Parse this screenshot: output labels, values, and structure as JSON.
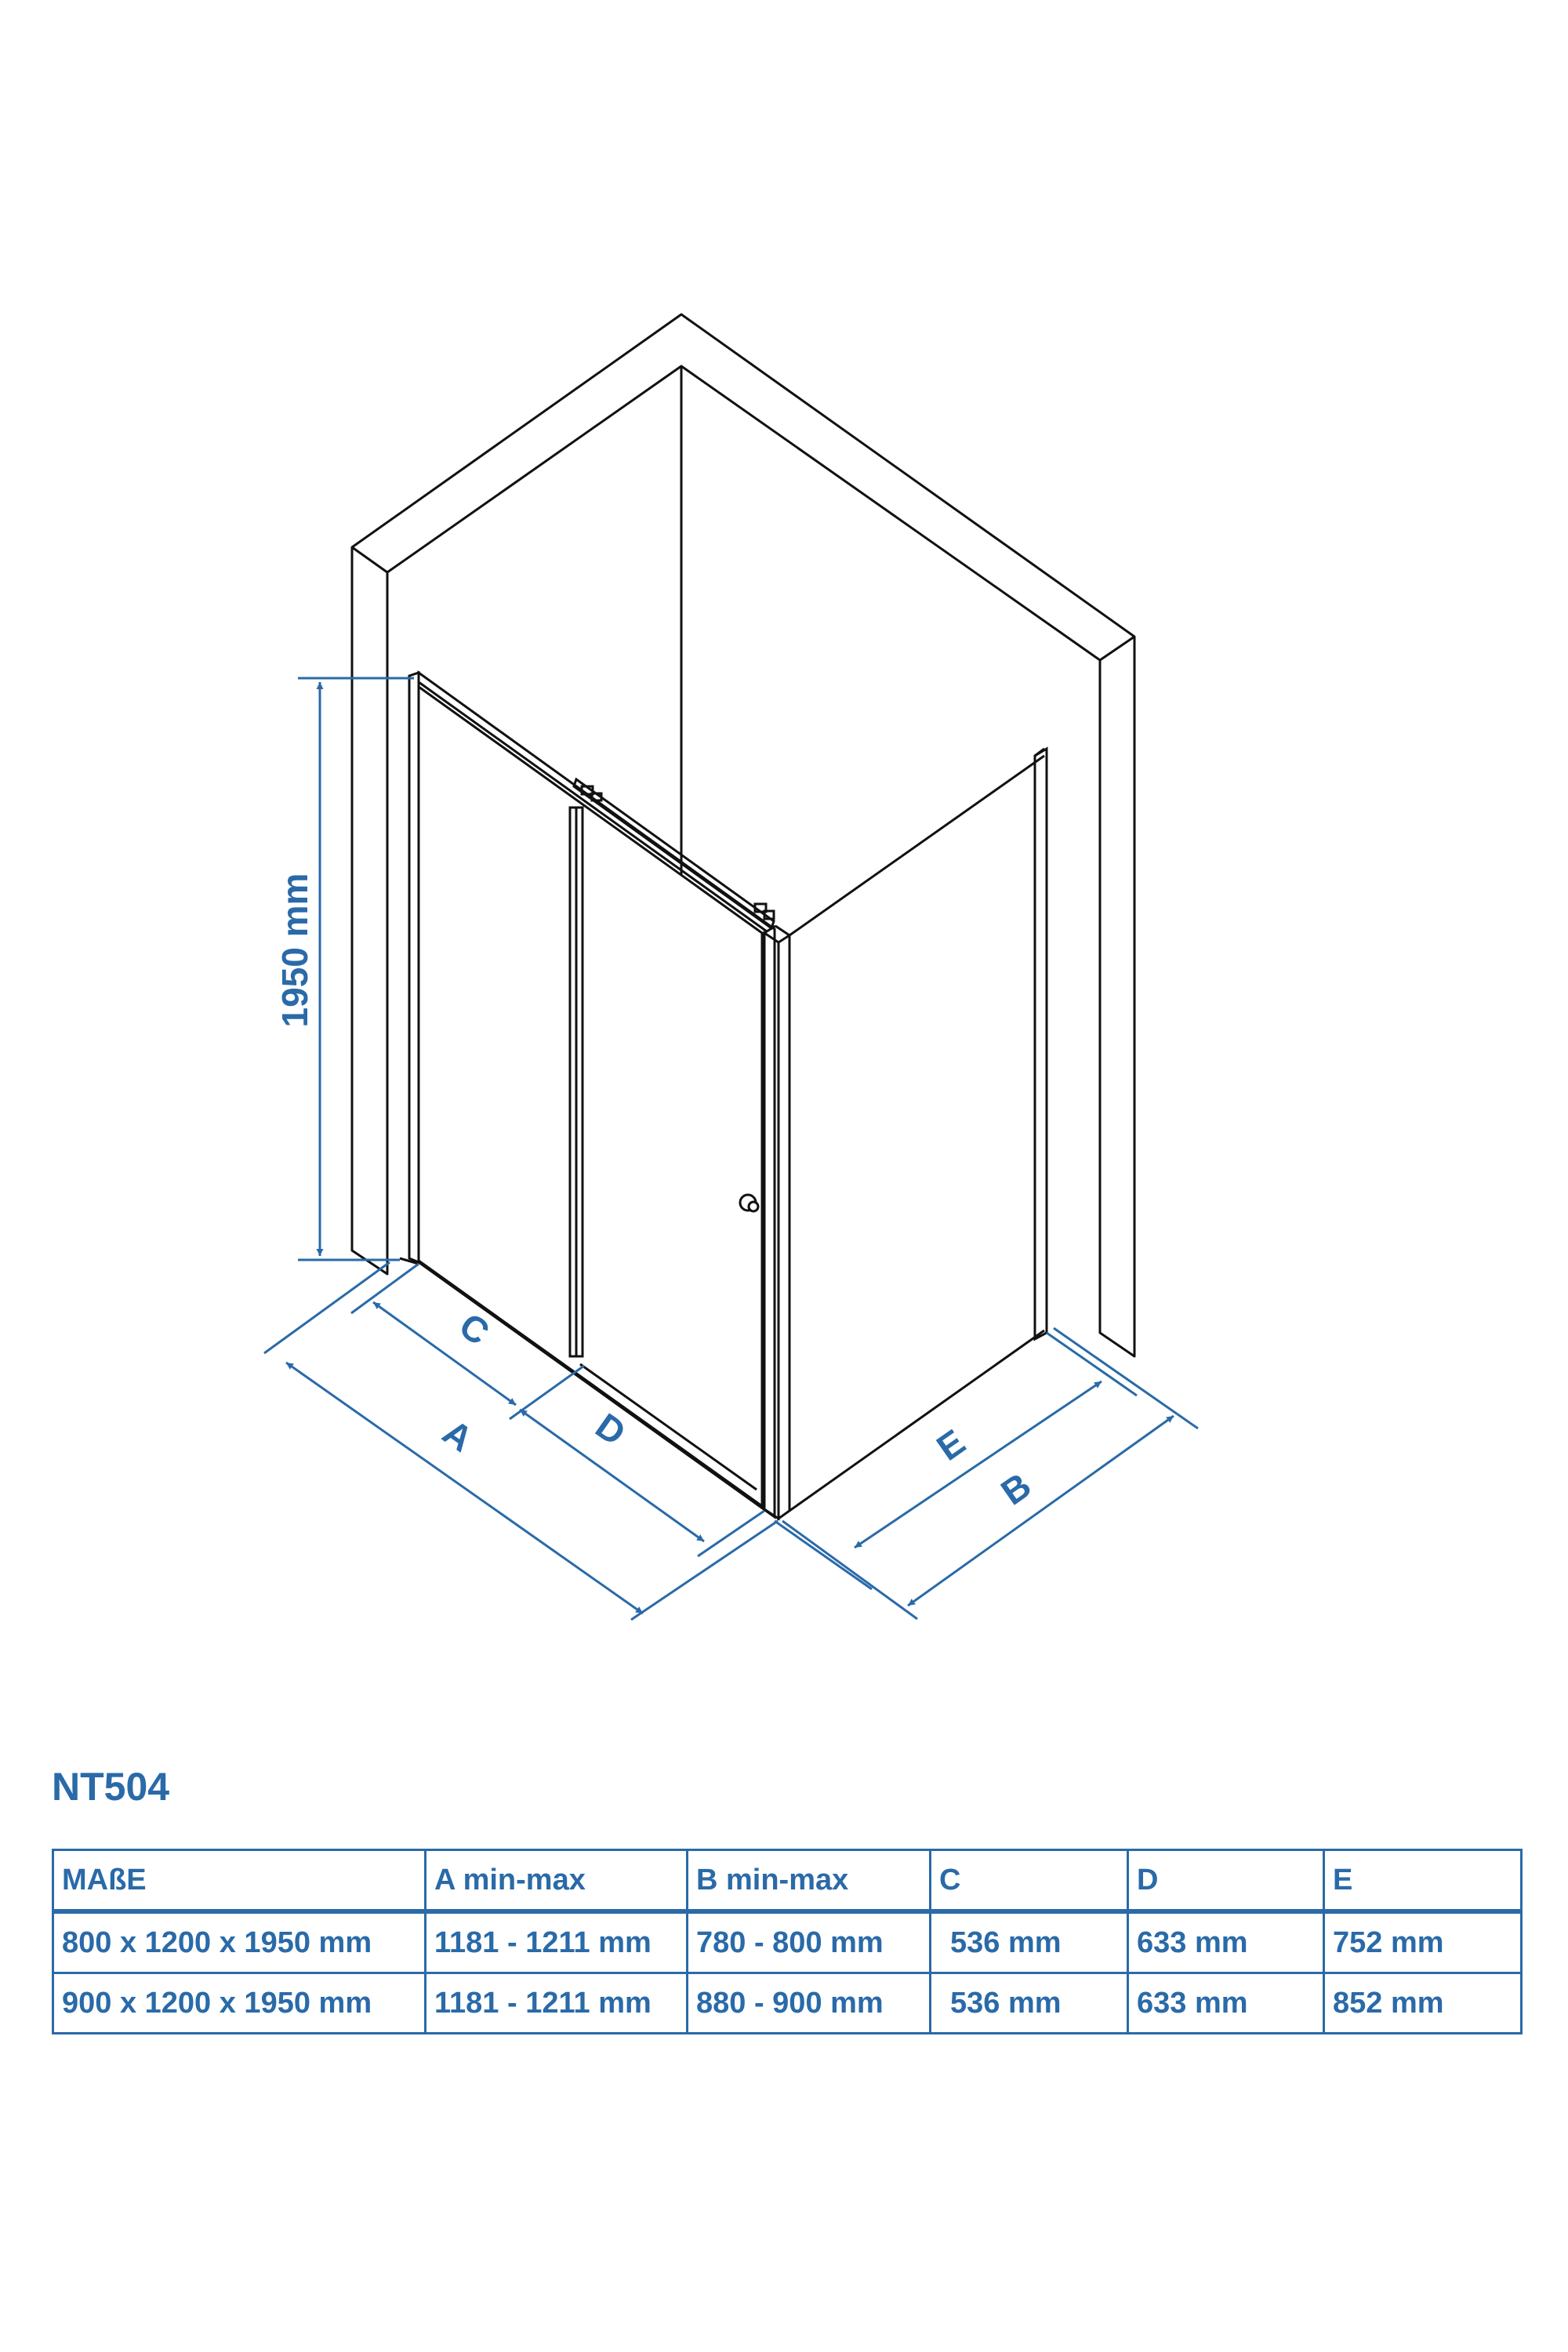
{
  "diagram": {
    "height_label": "1950 mm",
    "labels": {
      "A": "A",
      "B": "B",
      "C": "C",
      "D": "D",
      "E": "E"
    },
    "line_color": "#111111",
    "accent_color": "#2a6aa8"
  },
  "model": "NT504",
  "table": {
    "headers": [
      "MAßE",
      "A min-max",
      "B min-max",
      "C",
      "D",
      "E"
    ],
    "rows": [
      [
        "800 x 1200 x 1950 mm",
        "1181 - 1211 mm",
        "780 - 800 mm",
        "536 mm",
        "633 mm",
        "752 mm"
      ],
      [
        "900 x 1200 x 1950 mm",
        "1181 - 1211 mm",
        "880 - 900 mm",
        "536 mm",
        "633 mm",
        "852 mm"
      ]
    ]
  }
}
